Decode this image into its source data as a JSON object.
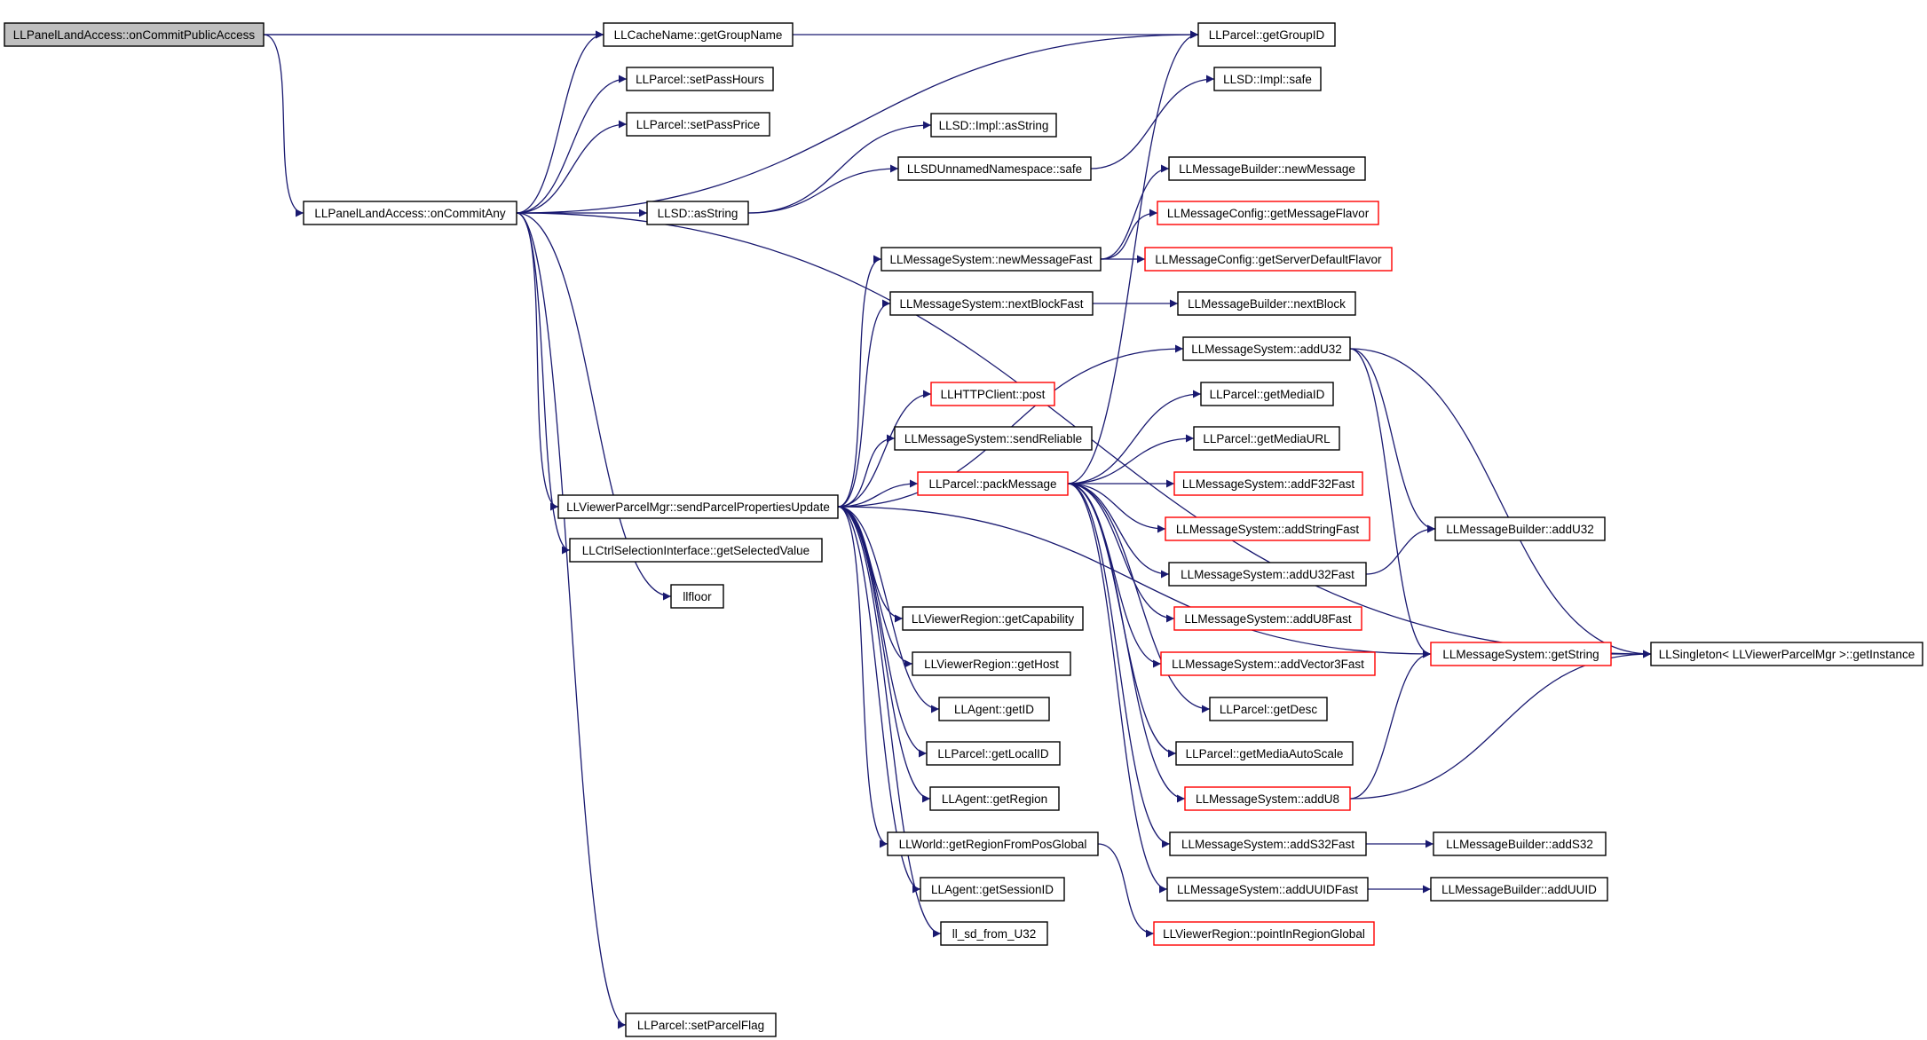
{
  "colors": {
    "edge": "#191970",
    "node_fill": "#ffffff",
    "node_border": "#000000",
    "node_border_truncated": "#ff0000",
    "root_fill": "#bfbfbf"
  },
  "nodes": [
    {
      "id": "root",
      "label": "LLPanelLandAccess::onCommitPublicAccess",
      "style": "root"
    },
    {
      "id": "cache_groupname",
      "label": "LLCacheName::getGroupName",
      "style": "normal"
    },
    {
      "id": "parcel_groupid",
      "label": "LLParcel::getGroupID",
      "style": "normal"
    },
    {
      "id": "setpasshours",
      "label": "LLParcel::setPassHours",
      "style": "normal"
    },
    {
      "id": "llsd_impl_safe",
      "label": "LLSD::Impl::safe",
      "style": "normal"
    },
    {
      "id": "setpassprice",
      "label": "LLParcel::setPassPrice",
      "style": "normal"
    },
    {
      "id": "llsd_impl_asstring",
      "label": "LLSD::Impl::asString",
      "style": "normal"
    },
    {
      "id": "msgbuilder_newmessage",
      "label": "LLMessageBuilder::newMessage",
      "style": "normal"
    },
    {
      "id": "llsd_unnamed_safe",
      "label": "LLSDUnnamedNamespace::safe",
      "style": "normal"
    },
    {
      "id": "oncommitany",
      "label": "LLPanelLandAccess::onCommitAny",
      "style": "normal"
    },
    {
      "id": "llsd_asstring",
      "label": "LLSD::asString",
      "style": "normal"
    },
    {
      "id": "msgconfig_flavor",
      "label": "LLMessageConfig::getMessageFlavor",
      "style": "truncated"
    },
    {
      "id": "newmessagefast",
      "label": "LLMessageSystem::newMessageFast",
      "style": "normal"
    },
    {
      "id": "serverdefaultflavor",
      "label": "LLMessageConfig::getServerDefaultFlavor",
      "style": "truncated"
    },
    {
      "id": "nextblockfast",
      "label": "LLMessageSystem::nextBlockFast",
      "style": "normal"
    },
    {
      "id": "msgbuilder_nextblock",
      "label": "LLMessageBuilder::nextBlock",
      "style": "normal"
    },
    {
      "id": "addu32",
      "label": "LLMessageSystem::addU32",
      "style": "normal"
    },
    {
      "id": "httpclient_post",
      "label": "LLHTTPClient::post",
      "style": "truncated"
    },
    {
      "id": "parcel_mediaid",
      "label": "LLParcel::getMediaID",
      "style": "normal"
    },
    {
      "id": "sendreliable",
      "label": "LLMessageSystem::sendReliable",
      "style": "normal"
    },
    {
      "id": "parcel_mediaurl",
      "label": "LLParcel::getMediaURL",
      "style": "normal"
    },
    {
      "id": "packmessage",
      "label": "LLParcel::packMessage",
      "style": "truncated"
    },
    {
      "id": "addf32fast",
      "label": "LLMessageSystem::addF32Fast",
      "style": "truncated"
    },
    {
      "id": "sendparcelprops",
      "label": "LLViewerParcelMgr::sendParcelPropertiesUpdate",
      "style": "normal"
    },
    {
      "id": "addstringfast",
      "label": "LLMessageSystem::addStringFast",
      "style": "truncated"
    },
    {
      "id": "msgbuilder_addu32",
      "label": "LLMessageBuilder::addU32",
      "style": "normal"
    },
    {
      "id": "ctrl_selectedvalue",
      "label": "LLCtrlSelectionInterface::getSelectedValue",
      "style": "normal"
    },
    {
      "id": "addu32fast",
      "label": "LLMessageSystem::addU32Fast",
      "style": "normal"
    },
    {
      "id": "llfloor",
      "label": "llfloor",
      "style": "normal"
    },
    {
      "id": "addu8fast",
      "label": "LLMessageSystem::addU8Fast",
      "style": "truncated"
    },
    {
      "id": "region_capability",
      "label": "LLViewerRegion::getCapability",
      "style": "normal"
    },
    {
      "id": "getstring",
      "label": "LLMessageSystem::getString",
      "style": "truncated"
    },
    {
      "id": "singleton_getinstance",
      "label": "LLSingleton< LLViewerParcelMgr >::getInstance",
      "style": "normal"
    },
    {
      "id": "addvector3fast",
      "label": "LLMessageSystem::addVector3Fast",
      "style": "truncated"
    },
    {
      "id": "region_gethost",
      "label": "LLViewerRegion::getHost",
      "style": "normal"
    },
    {
      "id": "agent_getid",
      "label": "LLAgent::getID",
      "style": "normal"
    },
    {
      "id": "parcel_getdesc",
      "label": "LLParcel::getDesc",
      "style": "normal"
    },
    {
      "id": "parcel_localid",
      "label": "LLParcel::getLocalID",
      "style": "normal"
    },
    {
      "id": "parcel_mediaautoscale",
      "label": "LLParcel::getMediaAutoScale",
      "style": "normal"
    },
    {
      "id": "agent_getregion",
      "label": "LLAgent::getRegion",
      "style": "normal"
    },
    {
      "id": "addu8",
      "label": "LLMessageSystem::addU8",
      "style": "truncated"
    },
    {
      "id": "world_regionfrompos",
      "label": "LLWorld::getRegionFromPosGlobal",
      "style": "normal"
    },
    {
      "id": "adds32fast",
      "label": "LLMessageSystem::addS32Fast",
      "style": "normal"
    },
    {
      "id": "msgbuilder_adds32",
      "label": "LLMessageBuilder::addS32",
      "style": "normal"
    },
    {
      "id": "agent_sessionid",
      "label": "LLAgent::getSessionID",
      "style": "normal"
    },
    {
      "id": "adduuidfast",
      "label": "LLMessageSystem::addUUIDFast",
      "style": "normal"
    },
    {
      "id": "msgbuilder_adduuid",
      "label": "LLMessageBuilder::addUUID",
      "style": "normal"
    },
    {
      "id": "ll_sd_from_u32",
      "label": "ll_sd_from_U32",
      "style": "normal"
    },
    {
      "id": "region_pointinregion",
      "label": "LLViewerRegion::pointInRegionGlobal",
      "style": "truncated"
    },
    {
      "id": "setparcelflag",
      "label": "LLParcel::setParcelFlag",
      "style": "normal"
    }
  ],
  "edges": [
    [
      "root",
      "cache_groupname"
    ],
    [
      "root",
      "parcel_groupid"
    ],
    [
      "root",
      "oncommitany"
    ],
    [
      "oncommitany",
      "cache_groupname"
    ],
    [
      "oncommitany",
      "setpasshours"
    ],
    [
      "oncommitany",
      "setpassprice"
    ],
    [
      "oncommitany",
      "parcel_groupid"
    ],
    [
      "oncommitany",
      "llsd_asstring"
    ],
    [
      "oncommitany",
      "sendparcelprops"
    ],
    [
      "oncommitany",
      "ctrl_selectedvalue"
    ],
    [
      "oncommitany",
      "llfloor"
    ],
    [
      "oncommitany",
      "singleton_getinstance"
    ],
    [
      "oncommitany",
      "setparcelflag"
    ],
    [
      "llsd_asstring",
      "llsd_impl_asstring"
    ],
    [
      "llsd_asstring",
      "llsd_unnamed_safe"
    ],
    [
      "llsd_unnamed_safe",
      "llsd_impl_safe"
    ],
    [
      "sendparcelprops",
      "newmessagefast"
    ],
    [
      "sendparcelprops",
      "nextblockfast"
    ],
    [
      "sendparcelprops",
      "addu32"
    ],
    [
      "sendparcelprops",
      "httpclient_post"
    ],
    [
      "sendparcelprops",
      "sendreliable"
    ],
    [
      "sendparcelprops",
      "packmessage"
    ],
    [
      "sendparcelprops",
      "getstring"
    ],
    [
      "sendparcelprops",
      "region_capability"
    ],
    [
      "sendparcelprops",
      "region_gethost"
    ],
    [
      "sendparcelprops",
      "agent_getid"
    ],
    [
      "sendparcelprops",
      "parcel_localid"
    ],
    [
      "sendparcelprops",
      "agent_getregion"
    ],
    [
      "sendparcelprops",
      "world_regionfrompos"
    ],
    [
      "sendparcelprops",
      "agent_sessionid"
    ],
    [
      "sendparcelprops",
      "ll_sd_from_u32"
    ],
    [
      "newmessagefast",
      "msgbuilder_newmessage"
    ],
    [
      "newmessagefast",
      "msgconfig_flavor"
    ],
    [
      "newmessagefast",
      "serverdefaultflavor"
    ],
    [
      "nextblockfast",
      "msgbuilder_nextblock"
    ],
    [
      "addu32",
      "msgbuilder_addu32"
    ],
    [
      "addu32",
      "getstring"
    ],
    [
      "addu32",
      "singleton_getinstance"
    ],
    [
      "packmessage",
      "parcel_groupid"
    ],
    [
      "packmessage",
      "parcel_mediaid"
    ],
    [
      "packmessage",
      "parcel_mediaurl"
    ],
    [
      "packmessage",
      "addf32fast"
    ],
    [
      "packmessage",
      "addstringfast"
    ],
    [
      "packmessage",
      "addu32fast"
    ],
    [
      "packmessage",
      "addu8fast"
    ],
    [
      "packmessage",
      "addvector3fast"
    ],
    [
      "packmessage",
      "parcel_getdesc"
    ],
    [
      "packmessage",
      "parcel_mediaautoscale"
    ],
    [
      "packmessage",
      "addu8"
    ],
    [
      "packmessage",
      "adds32fast"
    ],
    [
      "packmessage",
      "adduuidfast"
    ],
    [
      "addu32fast",
      "msgbuilder_addu32"
    ],
    [
      "getstring",
      "singleton_getinstance"
    ],
    [
      "addu8",
      "getstring"
    ],
    [
      "addu8",
      "singleton_getinstance"
    ],
    [
      "adds32fast",
      "msgbuilder_adds32"
    ],
    [
      "adduuidfast",
      "msgbuilder_adduuid"
    ],
    [
      "world_regionfrompos",
      "region_pointinregion"
    ]
  ]
}
